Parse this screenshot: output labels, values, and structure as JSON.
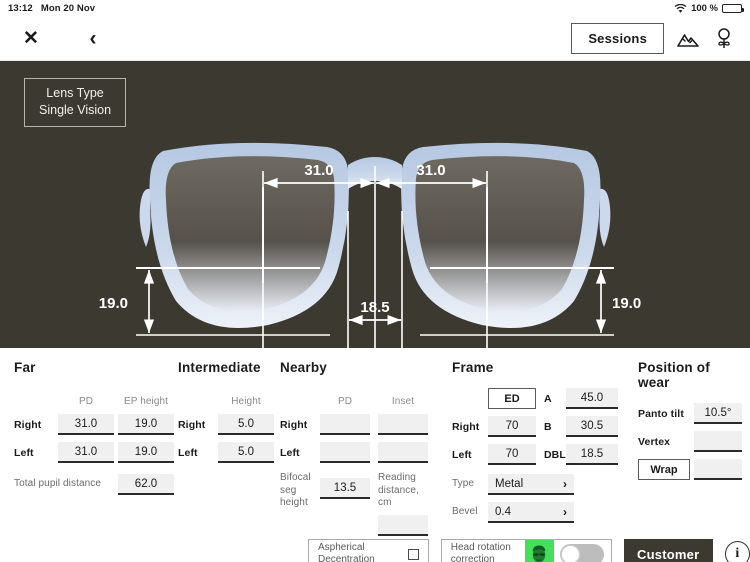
{
  "status_bar": {
    "time": "13:12",
    "date": "Mon 20 Nov",
    "battery_percent": "100 %"
  },
  "toolbar": {
    "close_icon": "close-x-icon",
    "back_icon": "chevron-left-icon",
    "sessions_label": "Sessions",
    "landscape_icon": "mountains-icon",
    "plant_icon": "flower-icon"
  },
  "diagram": {
    "lens_type_title": "Lens Type",
    "lens_type_value": "Single Vision",
    "background_color": "#3c3930",
    "measurements": {
      "pd_right": "31.0",
      "pd_left": "31.0",
      "height_right": "19.0",
      "height_left": "19.0",
      "dbl": "18.5"
    }
  },
  "far": {
    "title": "Far",
    "col_pd": "PD",
    "col_ep": "EP height",
    "row_right": "Right",
    "row_left": "Left",
    "pd_right": "31.0",
    "pd_left": "31.0",
    "ep_right": "19.0",
    "ep_left": "19.0",
    "total_label": "Total pupil distance",
    "total_value": "62.0"
  },
  "intermediate": {
    "title": "Intermediate",
    "col_height": "Height",
    "row_right": "Right",
    "row_left": "Left",
    "height_right": "5.0",
    "height_left": "5.0"
  },
  "nearby": {
    "title": "Nearby",
    "col_pd": "PD",
    "col_inset": "Inset",
    "row_right": "Right",
    "row_left": "Left",
    "pd_right": "",
    "pd_left": "",
    "inset_right": "",
    "inset_left": "",
    "bifocal_label": "Bifocal\nseg height",
    "bifocal_value": "13.5",
    "reading_label": "Reading\ndistance, cm",
    "reading_value": ""
  },
  "frame": {
    "title": "Frame",
    "ed_label": "ED",
    "row_right": "Right",
    "row_left": "Left",
    "ed_right": "70",
    "ed_left": "70",
    "a_label": "A",
    "b_label": "B",
    "dbl_label": "DBL",
    "a_value": "45.0",
    "b_value": "30.5",
    "dbl_value": "18.5",
    "type_label": "Type",
    "type_value": "Metal",
    "bevel_label": "Bevel",
    "bevel_value": "0.4",
    "chevron": "›"
  },
  "position_of_wear": {
    "title": "Position of wear",
    "panto_label": "Panto tilt",
    "panto_value": "10.5°",
    "vertex_label": "Vertex",
    "vertex_value": "",
    "wrap_label": "Wrap",
    "wrap_value": ""
  },
  "bottom_bar": {
    "aspherical_label": "Aspherical\nDecentration",
    "aspherical_checked": false,
    "head_rotation_label": "Head rotation\ncorrection",
    "head_rotation_on": false,
    "customer_label": "Customer",
    "info_label": "i",
    "accent_green": "#45e05a",
    "dark_color": "#3c3930"
  }
}
